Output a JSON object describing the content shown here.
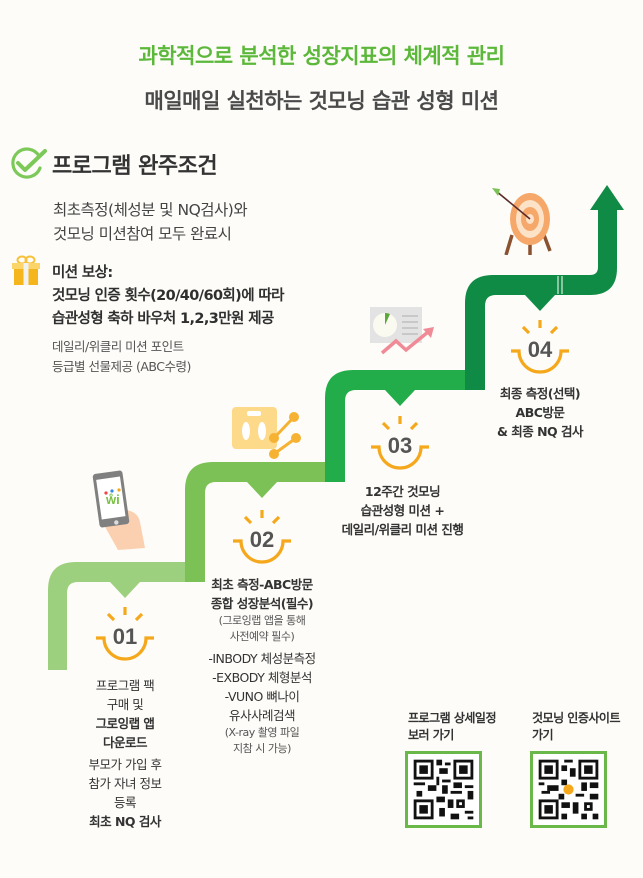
{
  "header": {
    "line1": "과학적으로 분석한 성장지표의 체계적 관리",
    "line2": "매일매일 실천하는 것모닝 습관 성형 미션"
  },
  "completion": {
    "icon": "check-circle-icon",
    "title": "프로그램 완주조건",
    "desc_line1": "최초측정(체성분 및 NQ검사)와",
    "desc_line2": "것모닝 미션참여 모두 완료시"
  },
  "reward": {
    "icon": "gift-icon",
    "line1": "미션 보상:",
    "line2": "것모닝 인증 횟수(20/40/60회)에 따라",
    "line3": "습관성형 축하 바우처 1,2,3만원 제공",
    "note_line1": "데일리/위클리 미션 포인트",
    "note_line2": "등급별 선물제공 (ABC수령)"
  },
  "colors": {
    "step1": "#9dd07e",
    "step2": "#7cc155",
    "step3": "#22ad4a",
    "step4": "#108b45",
    "accent_orange": "#f5a81c",
    "title_green": "#5cb83a"
  },
  "steps": [
    {
      "number": "01",
      "icon": "phone-app-icon",
      "lines": [
        {
          "text": "프로그램 팩",
          "style": "n"
        },
        {
          "text": "구매 및",
          "style": "n"
        },
        {
          "text": "그로잉랩 앱",
          "style": "b"
        },
        {
          "text": "다운로드",
          "style": "b"
        },
        {
          "text": "부모가 가입 후",
          "style": "n"
        },
        {
          "text": "참가 자녀 정보",
          "style": "n"
        },
        {
          "text": "등록",
          "style": "n"
        },
        {
          "text": "최초 NQ 검사",
          "style": "b"
        }
      ]
    },
    {
      "number": "02",
      "icon": "scale-icon",
      "lines": [
        {
          "text": "최초 측정-ABC방문",
          "style": "b"
        },
        {
          "text": "종합 성장분석(필수)",
          "style": "b"
        },
        {
          "text": "(그로잉랩 앱을 통해",
          "style": "s"
        },
        {
          "text": "사전예약 필수)",
          "style": "s"
        },
        {
          "text": "-INBODY 체성분측정",
          "style": "n"
        },
        {
          "text": "-EXBODY 체형분석",
          "style": "n"
        },
        {
          "text": "-VUNO 뼈나이",
          "style": "n"
        },
        {
          "text": "유사사례검색",
          "style": "n"
        },
        {
          "text": "(X-ray 촬영 파일",
          "style": "s"
        },
        {
          "text": "지참 시 가능)",
          "style": "s"
        }
      ]
    },
    {
      "number": "03",
      "icon": "chart-growth-icon",
      "lines": [
        {
          "text": "12주간 것모닝",
          "style": "b"
        },
        {
          "text": "습관성형 미션 +",
          "style": "b"
        },
        {
          "text": "데일리/위클리 미션 진행",
          "style": "b"
        }
      ]
    },
    {
      "number": "04",
      "icon": "target-icon",
      "lines": [
        {
          "text": "최종 측정(선택)",
          "style": "b"
        },
        {
          "text": "ABC방문",
          "style": "b"
        },
        {
          "text": "& 최종 NQ 검사",
          "style": "b"
        }
      ]
    }
  ],
  "qr": [
    {
      "label_line1": "프로그램 상세일정",
      "label_line2": "보러 가기",
      "icon": "qr-code-icon"
    },
    {
      "label_line1": "것모닝 인증사이트",
      "label_line2": "가기",
      "icon": "qr-code-icon"
    }
  ]
}
